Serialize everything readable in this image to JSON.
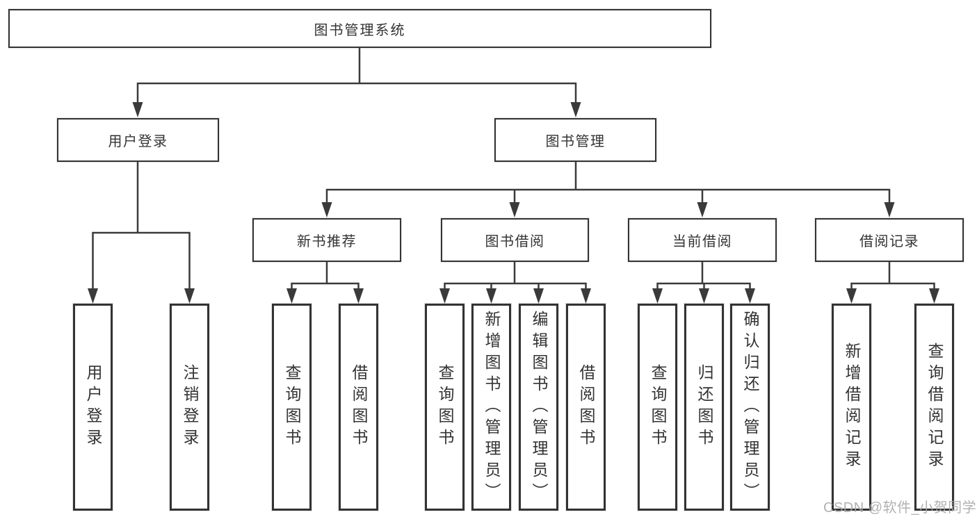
{
  "tree": {
    "label": "图书管理系统",
    "children": [
      {
        "label": "用户登录",
        "children": [
          {
            "label": "用户登录"
          },
          {
            "label": "注销登录"
          }
        ]
      },
      {
        "label": "图书管理",
        "children": [
          {
            "label": "新书推荐",
            "children": [
              {
                "label": "查询图书"
              },
              {
                "label": "借阅图书"
              }
            ]
          },
          {
            "label": "图书借阅",
            "children": [
              {
                "label": "查询图书"
              },
              {
                "label": "新增图书（管理员）"
              },
              {
                "label": "编辑图书（管理员）"
              },
              {
                "label": "借阅图书"
              }
            ]
          },
          {
            "label": "当前借阅",
            "children": [
              {
                "label": "查询图书"
              },
              {
                "label": "归还图书"
              },
              {
                "label": "确认归还（管理员）"
              }
            ]
          },
          {
            "label": "借阅记录",
            "children": [
              {
                "label": "新增借阅记录"
              },
              {
                "label": "查询借阅记录"
              }
            ]
          }
        ]
      }
    ]
  },
  "watermark": "CSDN @软件_小贺同学",
  "colors": {
    "line": "#3a3a3a",
    "box_border": "#333333",
    "text": "#333333",
    "watermark": "#a8a8a8",
    "background": "#ffffff"
  }
}
